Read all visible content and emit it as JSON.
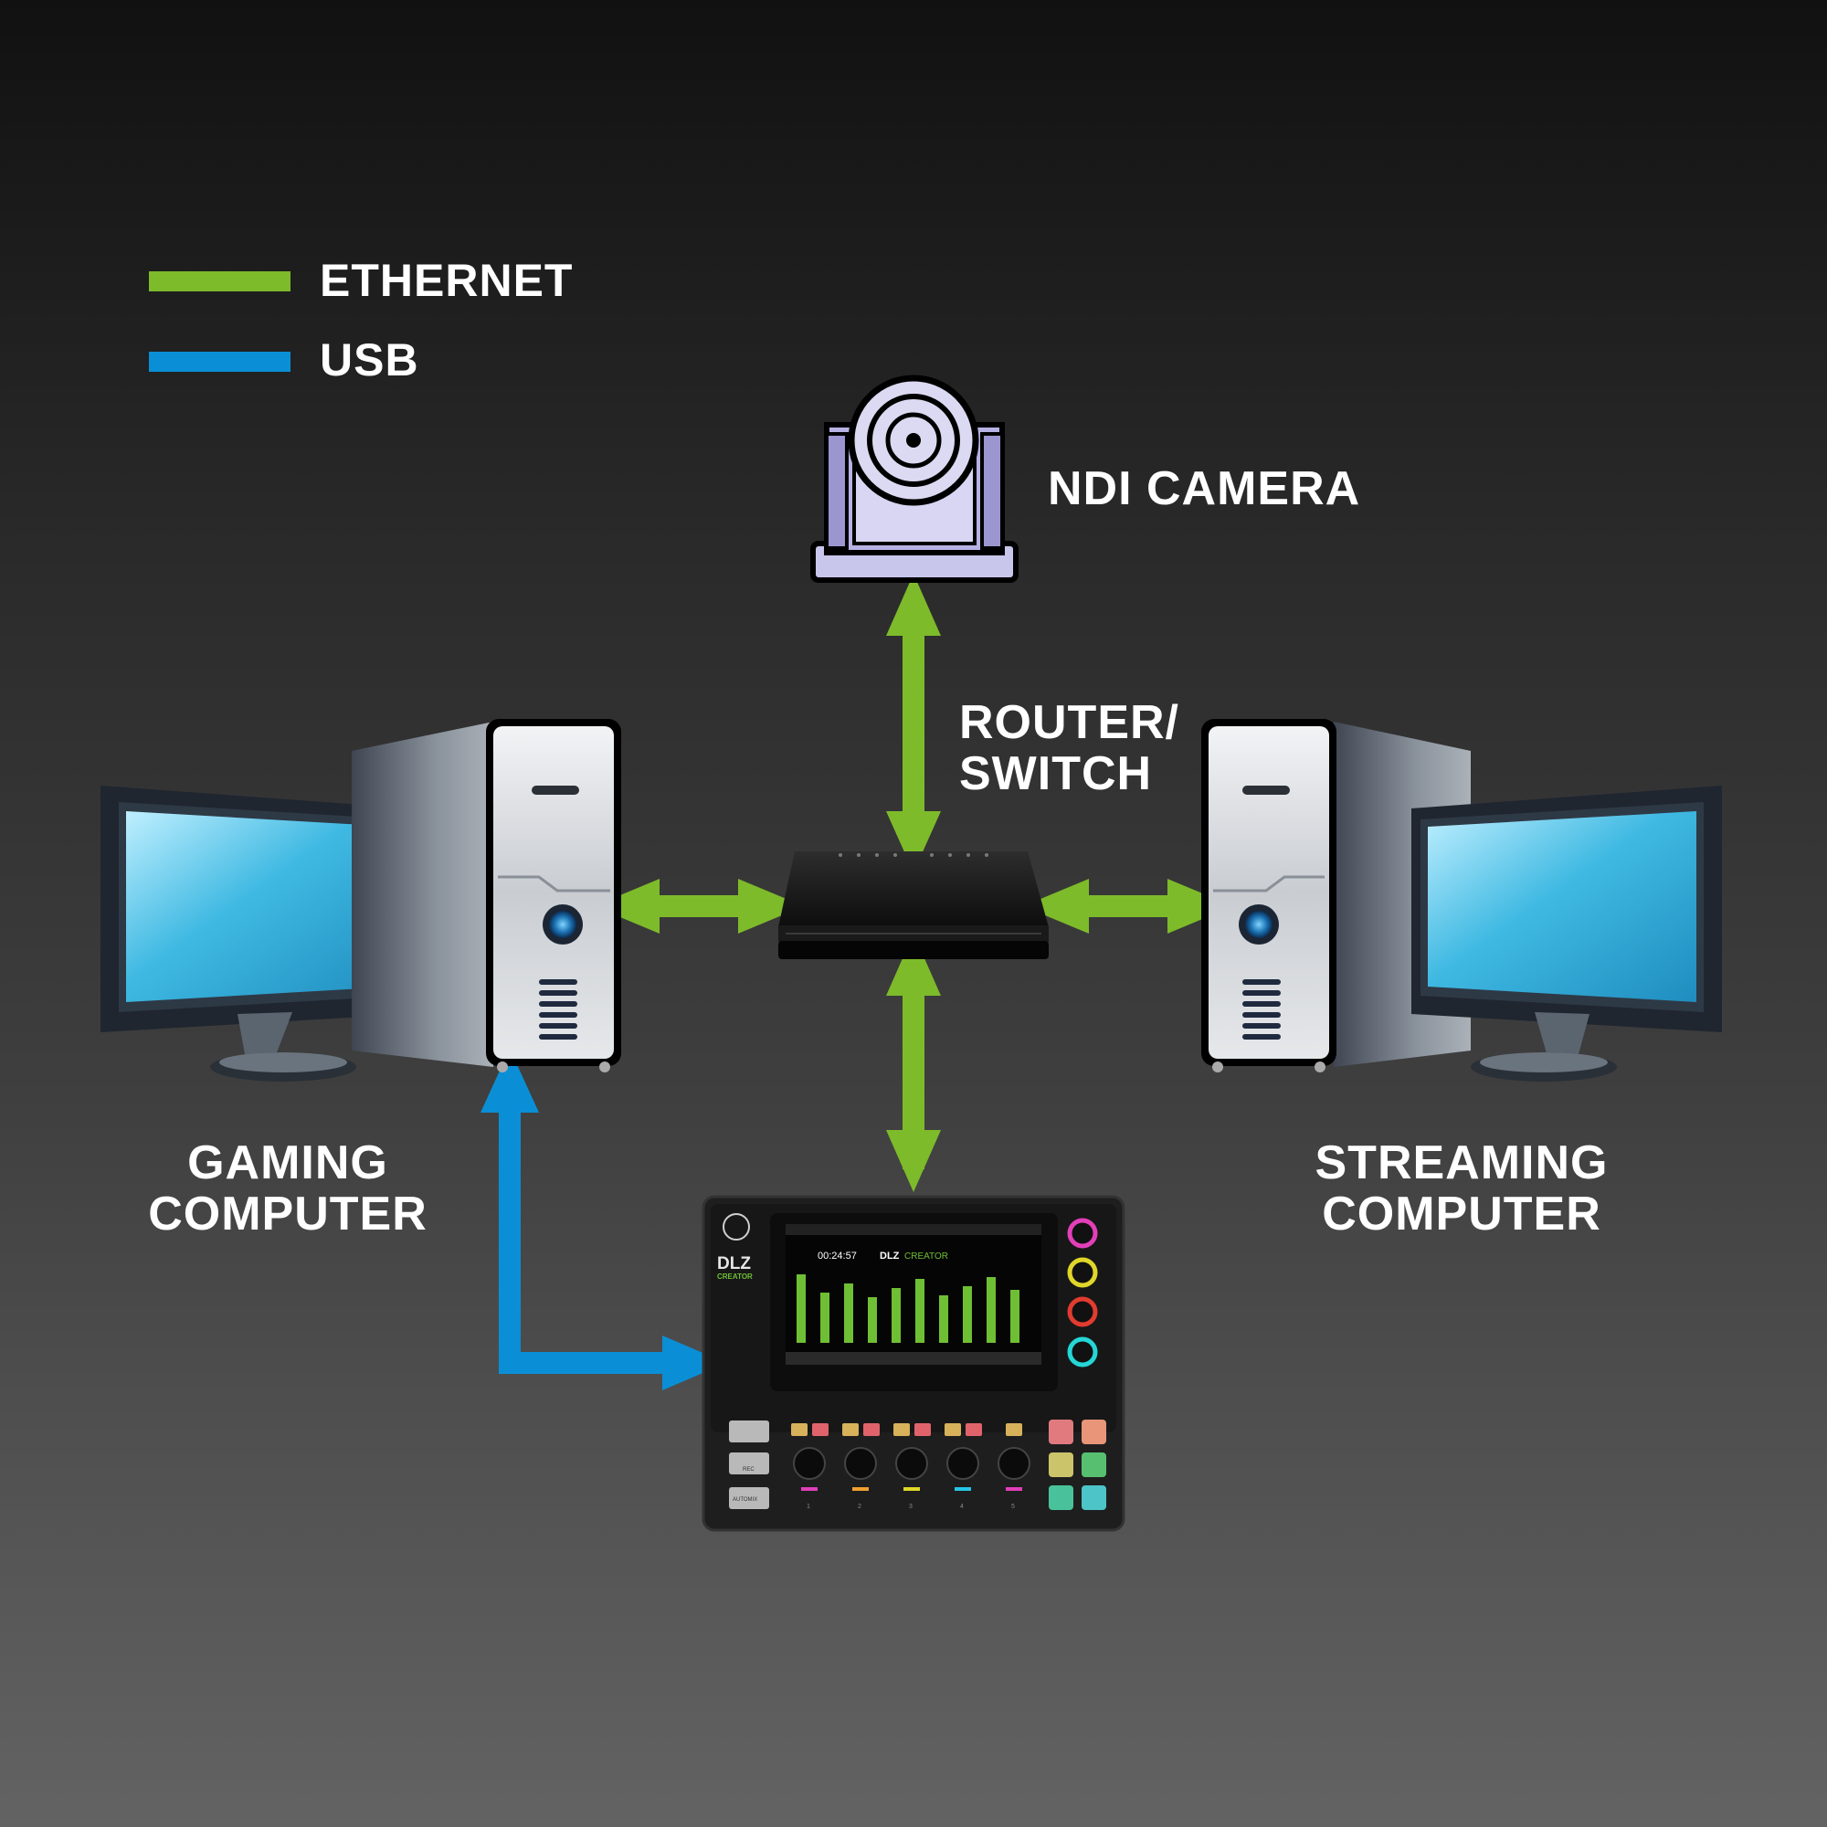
{
  "legend": {
    "items": [
      {
        "label": "ETHERNET",
        "color": "#7dbb2a"
      },
      {
        "label": "USB",
        "color": "#0a8fd6"
      }
    ]
  },
  "devices": {
    "camera": {
      "label": "NDI CAMERA"
    },
    "router": {
      "line1": "ROUTER/",
      "line2": "SWITCH"
    },
    "gaming": {
      "line1": "GAMING",
      "line2": "COMPUTER"
    },
    "streaming": {
      "line1": "STREAMING",
      "line2": "COMPUTER"
    },
    "mixer": {
      "brand": "DLZ",
      "sub": "CREATOR",
      "timer": "00:24:57",
      "screen_brand": "DLZ",
      "screen_sub": "CREATOR",
      "buttons": [
        "REC",
        "AUTOMIX"
      ],
      "channels": [
        "1",
        "2",
        "3",
        "4",
        "5"
      ]
    }
  },
  "colors": {
    "ethernet": "#7dbb2a",
    "usb": "#0a8fd6",
    "monitor_screen": "#29a8d6",
    "tower": "#c9ccd0",
    "camera": "#c9c6ec"
  }
}
